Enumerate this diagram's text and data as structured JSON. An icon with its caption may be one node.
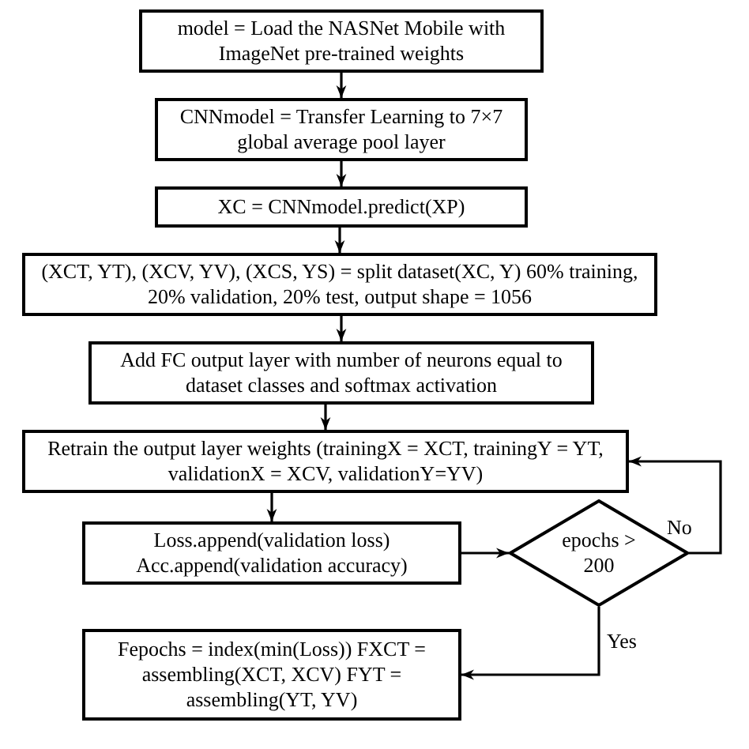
{
  "diagram": {
    "nodes": [
      {
        "text": [
          "model = Load the NASNet Mobile with ImageNet pre-trained weights"
        ]
      },
      {
        "text": [
          "CNNmodel = Transfer Learning to 7×7 global average pool layer"
        ]
      },
      {
        "text": [
          "XC = CNNmodel.predict(XP)"
        ]
      },
      {
        "text": [
          "(XCT, YT), (XCV, YV), (XCS, YS) = split dataset(XC, Y) 60% training, 20% validation, 20% test, output shape = 1056"
        ]
      },
      {
        "text": [
          "Add FC output layer with number of neurons equal to dataset classes and softmax activation"
        ]
      },
      {
        "text": [
          "Retrain the output layer weights (trainingX = XCT, trainingY = YT, validationX = XCV, validationY=YV)"
        ]
      },
      {
        "text": [
          "Loss.append(validation loss) Acc.append(validation accuracy)"
        ]
      },
      {
        "text": [
          "epochs > 200"
        ]
      },
      {
        "text": [
          "Fepochs = index(min(Loss)) FXCT = assembling(XCT, XCV) FYT = assembling(YT, YV)"
        ]
      }
    ],
    "edges": [
      {
        "from": 0,
        "to": 1,
        "arrow": "to"
      },
      {
        "from": 1,
        "to": 2,
        "arrow": "to"
      },
      {
        "from": 2,
        "to": 3,
        "arrow": "to"
      },
      {
        "from": 3,
        "to": 4,
        "arrow": "to"
      },
      {
        "from": 4,
        "to": 5,
        "arrow": "to"
      },
      {
        "from": 5,
        "to": 6,
        "arrow": "to"
      },
      {
        "from": 6,
        "to": 7,
        "arrow": "to"
      },
      {
        "from": 7,
        "to": 5,
        "arrow": "to",
        "label": "No"
      },
      {
        "from": 7,
        "to": 8,
        "arrow": "to",
        "label": "Yes"
      }
    ]
  }
}
